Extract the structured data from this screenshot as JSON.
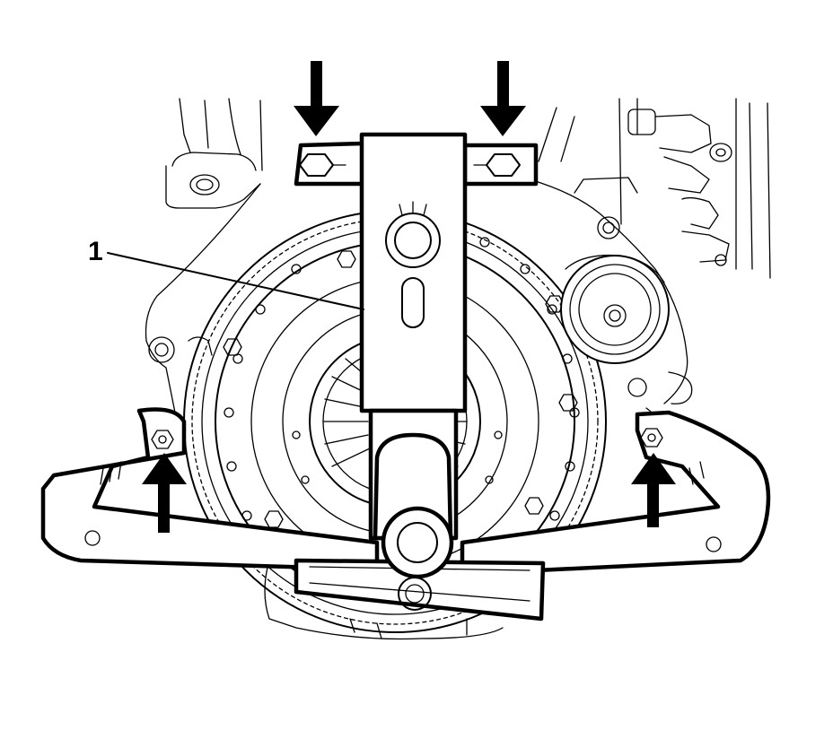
{
  "callouts": [
    {
      "id": "1",
      "label": "1"
    }
  ],
  "arrows": [
    {
      "name": "top-left-arrow",
      "direction": "down"
    },
    {
      "name": "top-right-arrow",
      "direction": "down"
    },
    {
      "name": "bottom-left-arrow",
      "direction": "up"
    },
    {
      "name": "bottom-right-arrow",
      "direction": "up"
    }
  ],
  "colors": {
    "line": "#000000",
    "background": "#ffffff"
  }
}
